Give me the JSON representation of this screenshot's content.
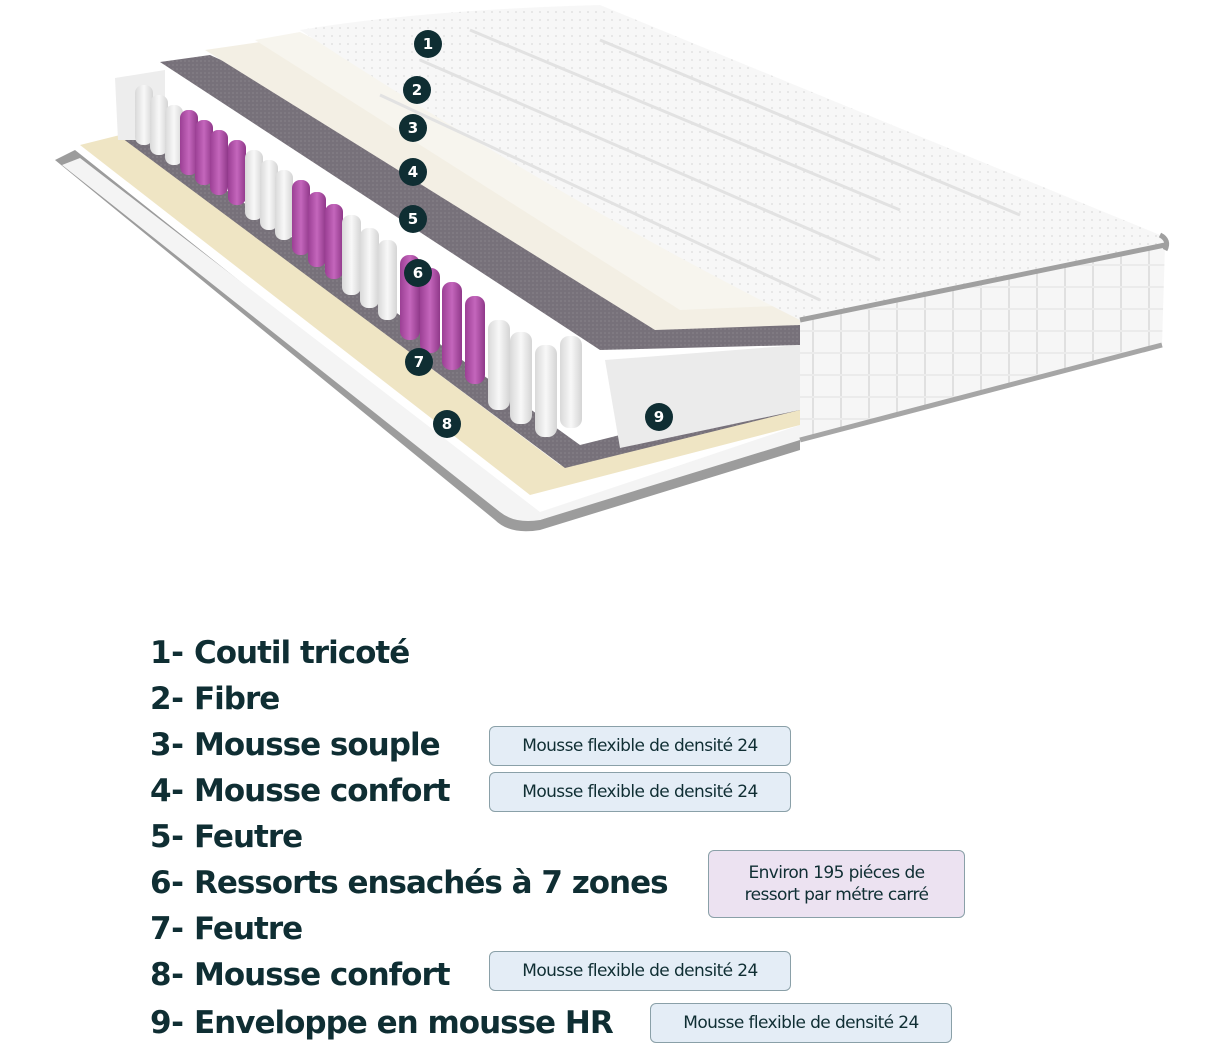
{
  "illustration": {
    "subject": "pocket-spring mattress cutaway",
    "badges": [
      "1",
      "2",
      "3",
      "4",
      "5",
      "6",
      "7",
      "8",
      "9"
    ],
    "colors": {
      "badge_bg": "#0f2e33",
      "spring_white": "#ececec",
      "spring_purple": "#b04fa8",
      "felt": "#6f6a70",
      "comfort_foam": "#f0e7c8",
      "soft_foam": "#f2efe6",
      "cover": "#fafafa",
      "piping": "#9a9a9a"
    }
  },
  "legend": {
    "items": [
      {
        "num": "1-",
        "label": "Coutil tricoté",
        "tag": null
      },
      {
        "num": "2-",
        "label": "Fibre",
        "tag": null
      },
      {
        "num": "3-",
        "label": "Mousse souple",
        "tag": "Mousse flexible de densité 24"
      },
      {
        "num": "4-",
        "label": "Mousse confort",
        "tag": "Mousse flexible de densité 24"
      },
      {
        "num": "5-",
        "label": "Feutre",
        "tag": null
      },
      {
        "num": "6-",
        "label": "Ressorts ensachés à 7 zones",
        "tag_line1": "Environ 195 piéces de",
        "tag_line2": "ressort par métre carré"
      },
      {
        "num": "7-",
        "label": "Feutre",
        "tag": null
      },
      {
        "num": "8-",
        "label": "Mousse confort",
        "tag": "Mousse flexible de densité 24"
      },
      {
        "num": "9-",
        "label": "Enveloppe en mousse HR",
        "tag": "Mousse flexible de densité 24"
      }
    ],
    "colors": {
      "text": "#0f2e33",
      "tag_blue_bg": "#e4edf6",
      "tag_purple_bg": "#ece2f1",
      "tag_border": "#8aa0a8"
    }
  }
}
